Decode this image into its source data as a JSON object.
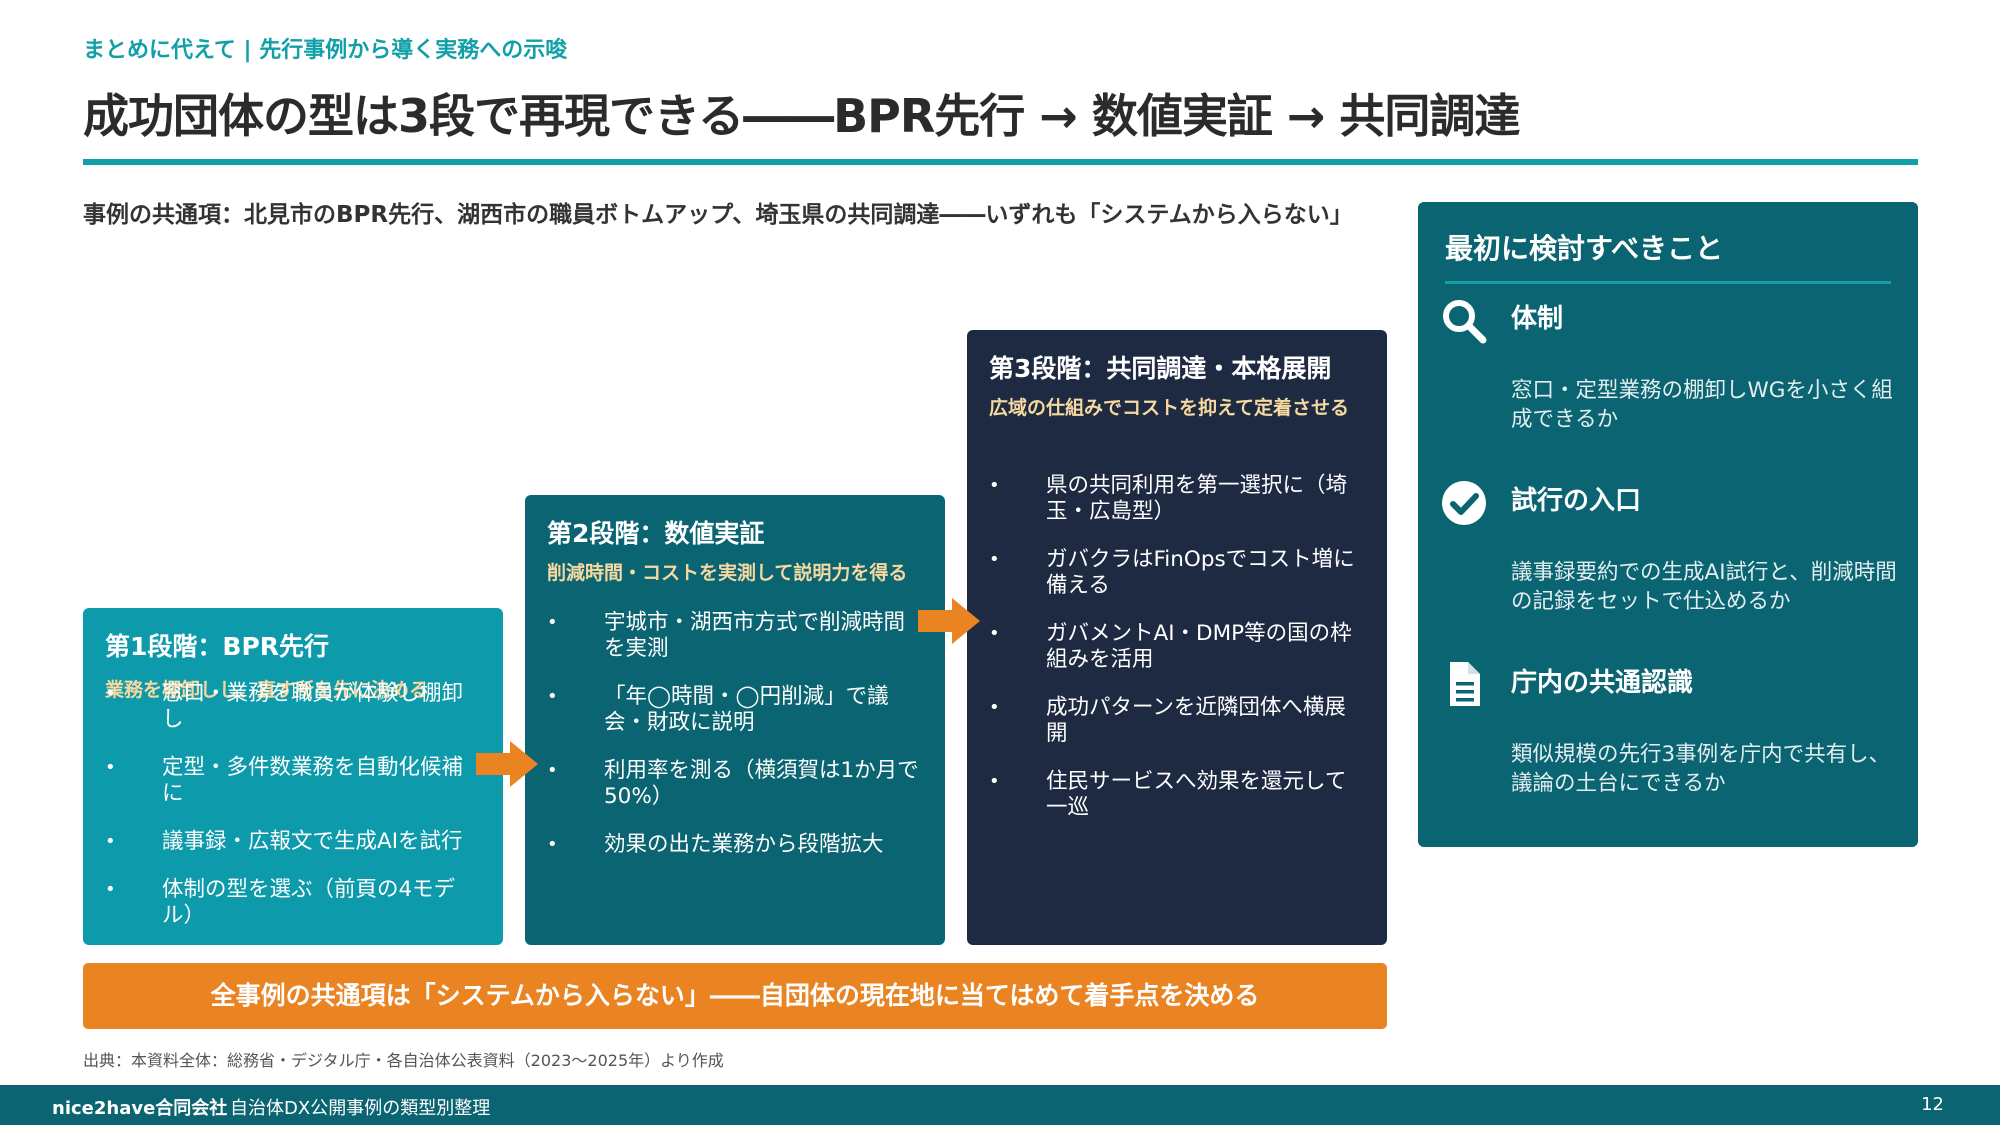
{
  "header": {
    "breadcrumb": "まとめに代えて | 先行事例から導く実務への示唆",
    "title": "成功団体の型は3段で再現できる――BPR先行 → 数値実証 → 共同調達",
    "subhead": "事例の共通項：北見市のBPR先行、湖西市の職員ボトムアップ、埼玉県の共同調達――いずれも「システムから入らない」"
  },
  "stages": [
    {
      "title": "第1段階：BPR先行",
      "tagline": "業務を棚卸しし、直す所を先に決める",
      "bullets": [
        "窓口・業務を職員が体験し棚卸し",
        "定型・多件数業務を自動化候補に",
        "議事録・広報文で生成AIを試行",
        "体制の型を選ぶ（前頁の4モデル）"
      ]
    },
    {
      "title": "第2段階：数値実証",
      "tagline": "削減時間・コストを実測して説明力を得る",
      "bullets": [
        "宇城市・湖西市方式で削減時間を実測",
        "「年◯時間・◯円削減」で議会・財政に説明",
        "利用率を測る（横須賀は1か月で50%）",
        "効果の出た業務から段階拡大"
      ]
    },
    {
      "title": "第3段階：共同調達・本格展開",
      "tagline": "広域の仕組みでコストを抑えて定着させる",
      "bullets": [
        "県の共同利用を第一選択に（埼玉・広島型）",
        "ガバクラはFinOpsでコスト増に備える",
        "ガバメントAI・DMP等の国の枠組みを活用",
        "成功パターンを近隣団体へ横展開",
        "住民サービスへ効果を還元して一巡"
      ]
    }
  ],
  "bullet_mark": "•",
  "banner": "全事例の共通項は「システムから入らない」――自団体の現在地に当てはめて着手点を決める",
  "source": "出典：本資料全体：総務省・デジタル庁・各自治体公表資料（2023〜2025年）より作成",
  "panel": {
    "title": "最初に検討すべきこと",
    "items": [
      {
        "icon": "search-icon",
        "title": "体制",
        "text": "窓口・定型業務の棚卸しWGを小さく組成できるか"
      },
      {
        "icon": "check-circle-icon",
        "title": "試行の入口",
        "text": "議事録要約での生成AI試行と、削減時間の記録をセットで仕込めるか"
      },
      {
        "icon": "document-icon",
        "title": "庁内の共通認識",
        "text": "類似規模の先行3事例を庁内で共有し、議論の土台にできるか"
      }
    ]
  },
  "footer": {
    "company": "nice2have合同会社",
    "doc_title": "自治体DX公開事例の類型別整理",
    "page": "12"
  },
  "colors": {
    "teal": "#12A0A8",
    "stage1": "#0D9AAA",
    "stage2": "#0B6471",
    "stage3": "#1E2A42",
    "accent_orange": "#EA8322",
    "tagline": "#F5D9A0"
  }
}
